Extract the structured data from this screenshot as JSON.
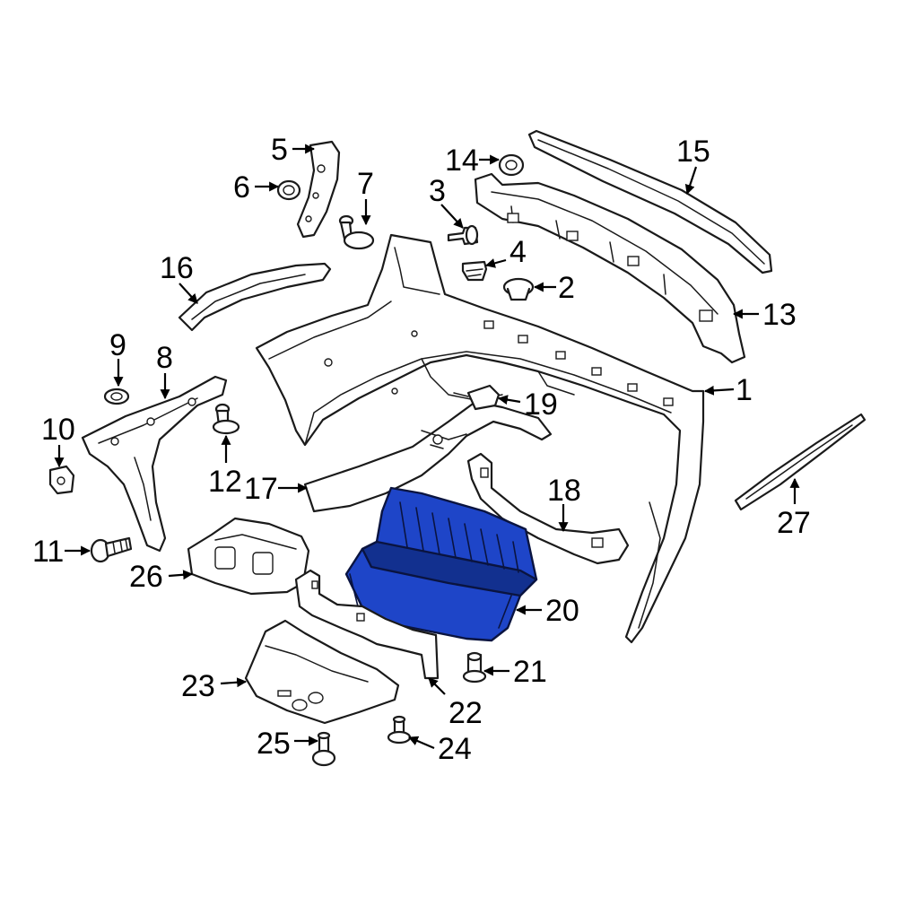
{
  "colors": {
    "background": "#ffffff",
    "line": "#1a1a1a",
    "highlight": "#1e45c8",
    "highlight_dark": "#12308f"
  },
  "highlighted_callout": "20",
  "callouts": [
    {
      "id": "1",
      "label": "1"
    },
    {
      "id": "2",
      "label": "2"
    },
    {
      "id": "3",
      "label": "3"
    },
    {
      "id": "4",
      "label": "4"
    },
    {
      "id": "5",
      "label": "5"
    },
    {
      "id": "6",
      "label": "6"
    },
    {
      "id": "7",
      "label": "7"
    },
    {
      "id": "8",
      "label": "8"
    },
    {
      "id": "9",
      "label": "9"
    },
    {
      "id": "10",
      "label": "10"
    },
    {
      "id": "11",
      "label": "11"
    },
    {
      "id": "12",
      "label": "12"
    },
    {
      "id": "13",
      "label": "13"
    },
    {
      "id": "14",
      "label": "14"
    },
    {
      "id": "15",
      "label": "15"
    },
    {
      "id": "16",
      "label": "16"
    },
    {
      "id": "17",
      "label": "17"
    },
    {
      "id": "18",
      "label": "18"
    },
    {
      "id": "19",
      "label": "19"
    },
    {
      "id": "20",
      "label": "20"
    },
    {
      "id": "21",
      "label": "21"
    },
    {
      "id": "22",
      "label": "22"
    },
    {
      "id": "23",
      "label": "23"
    },
    {
      "id": "24",
      "label": "24"
    },
    {
      "id": "25",
      "label": "25"
    },
    {
      "id": "26",
      "label": "26"
    },
    {
      "id": "27",
      "label": "27"
    }
  ]
}
